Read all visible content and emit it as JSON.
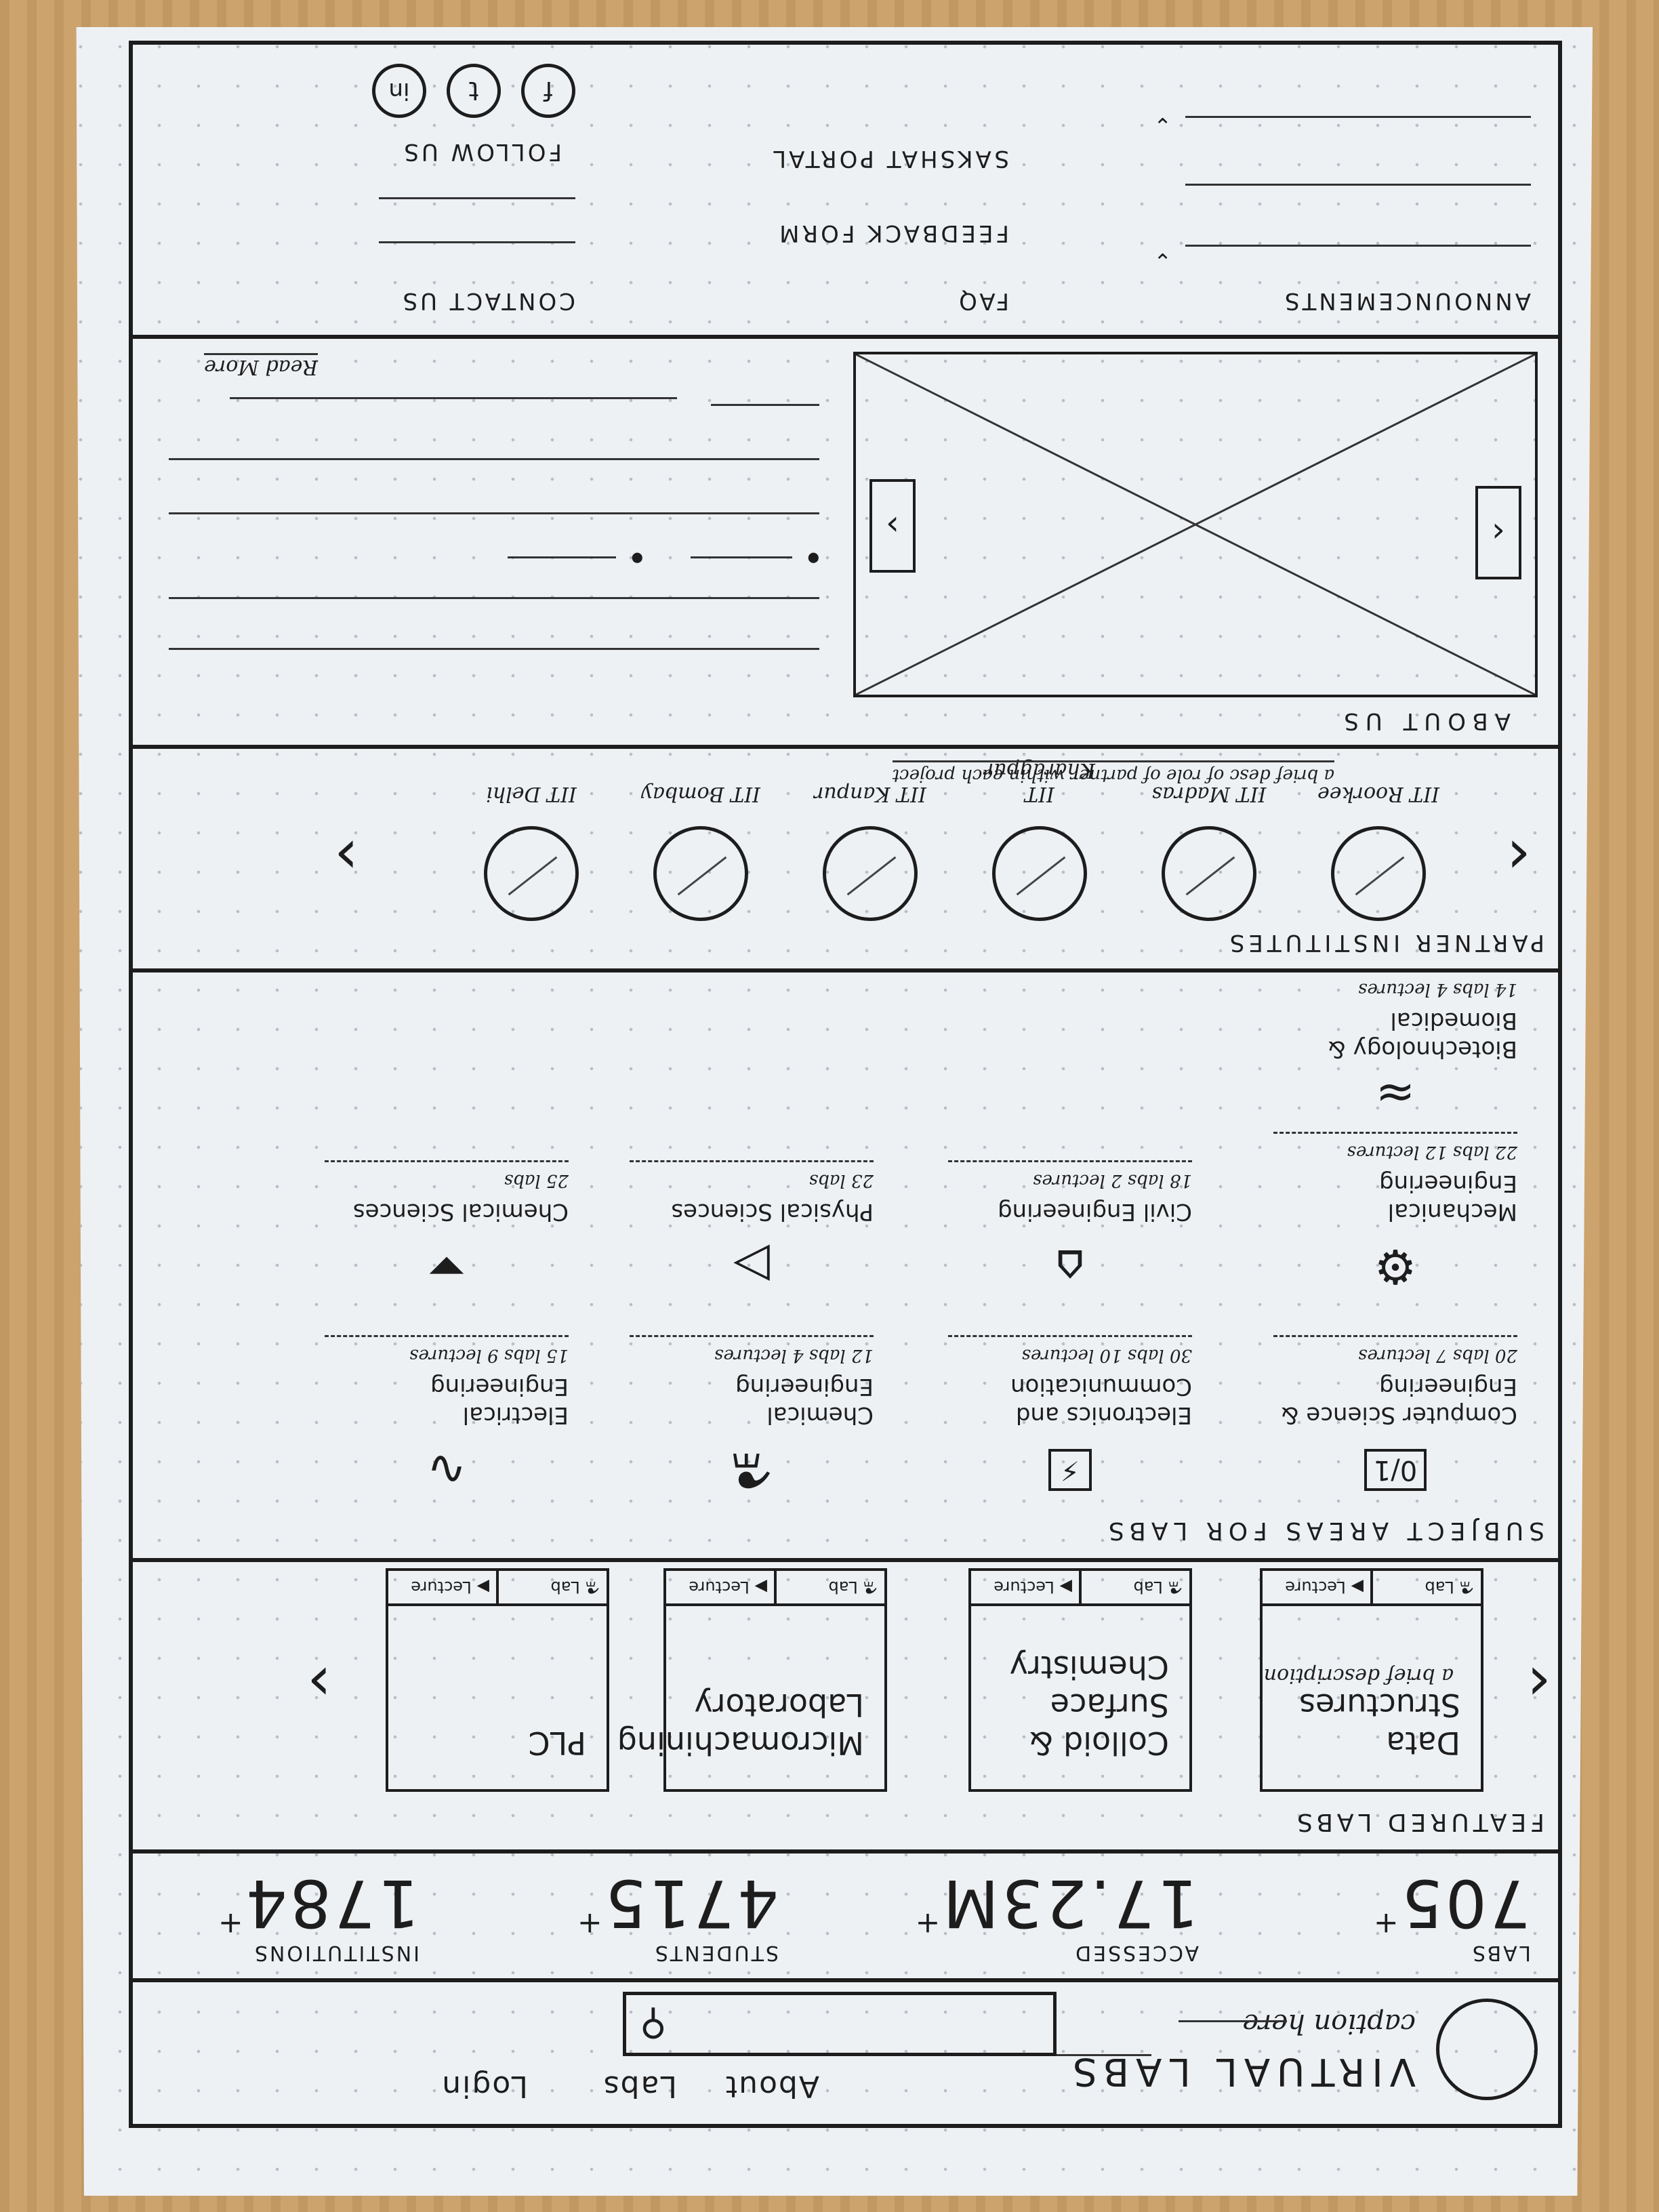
{
  "header": {
    "site_title": "VIRTUAL LABS",
    "caption": "caption here",
    "nav": [
      {
        "label": "About"
      },
      {
        "label": "Labs"
      },
      {
        "label": "Login"
      }
    ]
  },
  "stats": [
    {
      "label": "LABS",
      "value": "705",
      "suffix": "+"
    },
    {
      "label": "ACCESSED",
      "value": "17.23M",
      "suffix": "+"
    },
    {
      "label": "STUDENTS",
      "value": "4715",
      "suffix": "+"
    },
    {
      "label": "INSTITUTIONS",
      "value": "1784",
      "suffix": "+"
    }
  ],
  "featured": {
    "heading": "FEATURED LABS",
    "cards": [
      {
        "title": "Data Structures",
        "desc": "a brief description",
        "lab": "Lab",
        "lecture": "Lecture"
      },
      {
        "title": "Colloid & Surface Chemistry",
        "desc": "",
        "lab": "Lab",
        "lecture": "Lecture"
      },
      {
        "title": "Micromachining Laboratory",
        "desc": "",
        "lab": "Lab",
        "lecture": "Lecture"
      },
      {
        "title": "PLC",
        "desc": "",
        "lab": "Lab",
        "lecture": "Lecture"
      }
    ]
  },
  "subjects": {
    "heading": "SUBJECT AREAS FOR LABS",
    "items": [
      {
        "name": "Computer Science & Engineering",
        "meta": "20 labs 7 lectures",
        "icon": "0/1"
      },
      {
        "name": "Electronics and Communication",
        "meta": "30 labs 10 lectures",
        "icon": "⚡"
      },
      {
        "name": "Chemical Engineering",
        "meta": "12 labs 4 lectures",
        "icon": "⚗"
      },
      {
        "name": "Electrical Engineering",
        "meta": "15 labs 9 lectures",
        "icon": "∿"
      },
      {
        "name": "Mechanical Engineering",
        "meta": "22 labs 12 lectures",
        "icon": "⚙"
      },
      {
        "name": "Civil Engineering",
        "meta": "18 labs 2 lectures",
        "icon": "⌂"
      },
      {
        "name": "Physical Sciences",
        "meta": "23 labs",
        "icon": "▷"
      },
      {
        "name": "Chemical Sciences",
        "meta": "25 labs",
        "icon": "⏷"
      },
      {
        "name": "Biotechnology & Biomedical",
        "meta": "14 labs 4 lectures",
        "icon": "≈"
      }
    ]
  },
  "partners": {
    "heading": "PARTNER INSTITUTES",
    "items": [
      {
        "name": "IIT Delhi"
      },
      {
        "name": "IIT Bombay"
      },
      {
        "name": "IIT Kanpur"
      },
      {
        "name": "IIT Kharagpur"
      },
      {
        "name": "IIT Madras"
      },
      {
        "name": "IIT Roorkee"
      }
    ],
    "note": "a brief desc of role of partner within each project"
  },
  "about": {
    "heading": "ABOUT US",
    "read_more": "Read More"
  },
  "footer": {
    "announcements": "ANNOUNCEMENTS",
    "faq": "FAQ",
    "feedback": "FEEDBACK FORM",
    "sakshat": "SAKSHAT PORTAL",
    "contact": "CONTACT US",
    "follow": "FOLLOW US",
    "social": [
      {
        "label": "f",
        "icon": "facebook-icon"
      },
      {
        "label": "t",
        "icon": "twitter-icon"
      },
      {
        "label": "in",
        "icon": "linkedin-icon"
      }
    ]
  }
}
